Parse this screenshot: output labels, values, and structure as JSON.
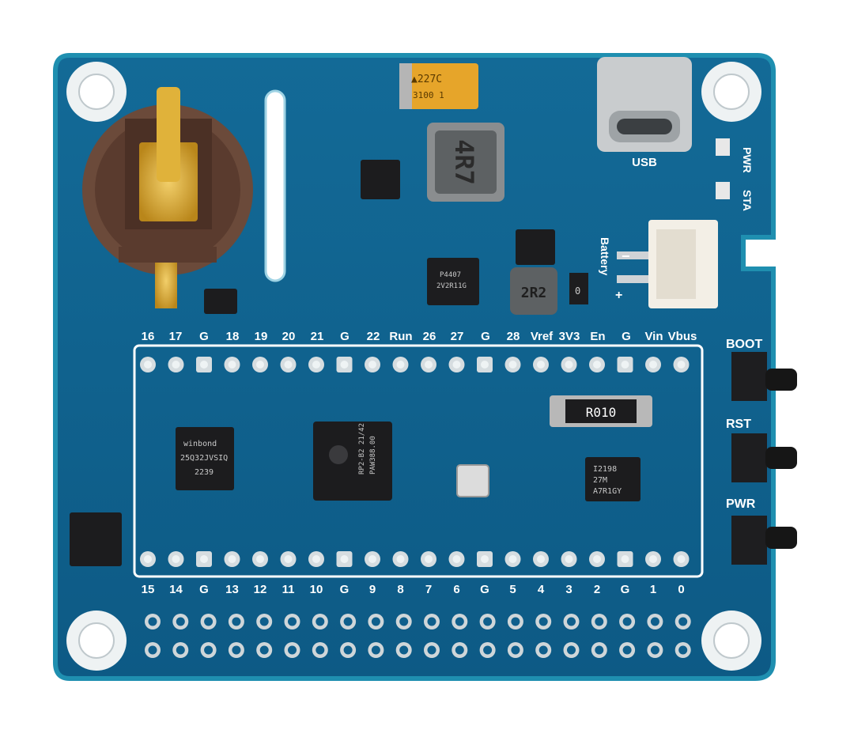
{
  "silkscreen": {
    "top_pins": [
      "16",
      "17",
      "G",
      "18",
      "19",
      "20",
      "21",
      "G",
      "22",
      "Run",
      "26",
      "27",
      "G",
      "28",
      "Vref",
      "3V3",
      "En",
      "G",
      "Vin",
      "Vbus"
    ],
    "bottom_pins": [
      "15",
      "14",
      "G",
      "13",
      "12",
      "11",
      "10",
      "G",
      "9",
      "8",
      "7",
      "6",
      "G",
      "5",
      "4",
      "3",
      "2",
      "G",
      "1",
      "0"
    ],
    "usb": "USB",
    "pwr_led": "PWR",
    "sta_led": "STA",
    "boot": "BOOT",
    "rst": "RST",
    "pwr_button": "PWR",
    "battery": "Battery",
    "battery_minus": "−",
    "battery_plus": "+"
  },
  "chips": {
    "capacitor_line1": "▲227C",
    "capacitor_line2": "3100 1",
    "inductor_main": "4R7",
    "inductor_small": "2R2",
    "shunt_resistor": "R010",
    "rp2040_line1": "RP2-B2 21/42",
    "rp2040_line2": "PAW388.00",
    "flash_brand": "winbond",
    "flash_line1": "25Q32JVSIQ",
    "flash_line2": "2239",
    "sensor_line1": "I2198",
    "sensor_line2": "27M",
    "sensor_line3": "A7R1GY",
    "reg_line1": "P4407",
    "reg_line2": "2V2R11G",
    "battery_res": "0"
  },
  "colors": {
    "pcb": "#0f5f8c",
    "pcb_edge": "#1a7fa0",
    "silkscreen": "#ffffff",
    "gold": "#d9a520",
    "coin_holder": "#6b4a3a"
  }
}
